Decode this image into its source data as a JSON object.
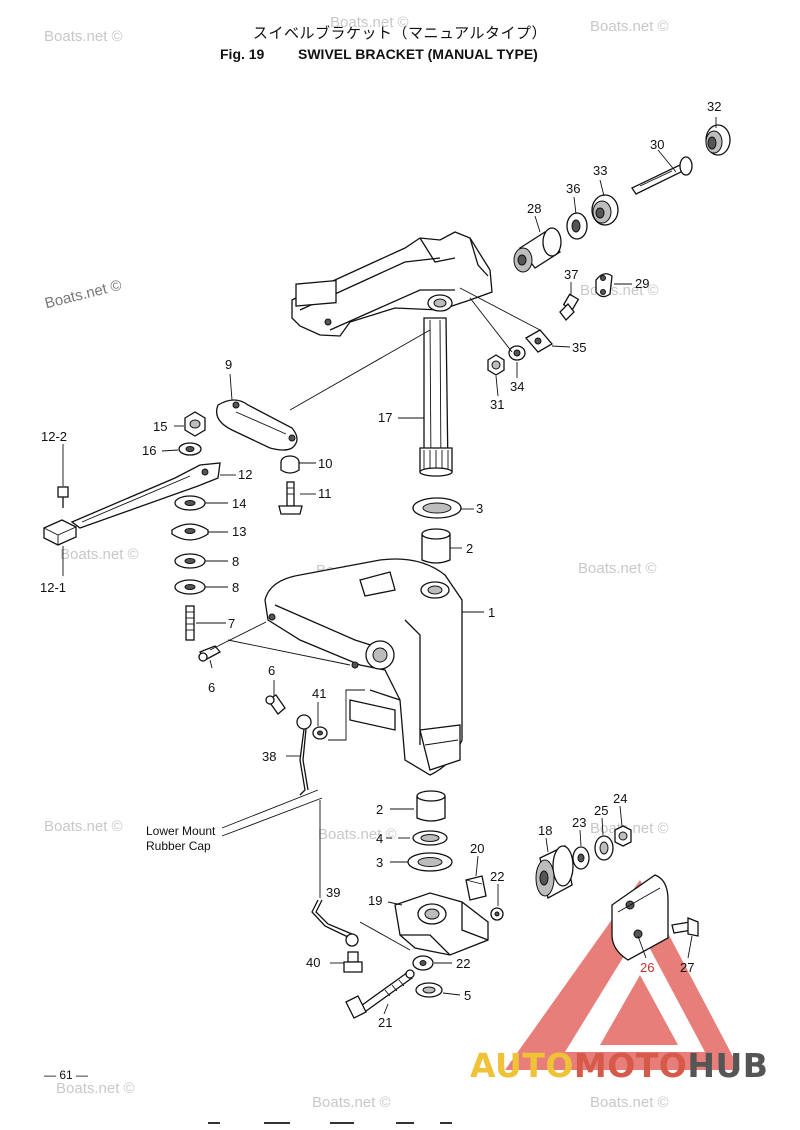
{
  "header": {
    "title_jp": "スイベルブラケット（マニュアルタイプ）",
    "fig": "Fig. 19",
    "title_en": "SWIVEL BRACKET (MANUAL TYPE)"
  },
  "watermark": "Boats.net ©",
  "callouts": {
    "c32": "32",
    "c30": "30",
    "c33": "33",
    "c36": "36",
    "c28": "28",
    "c37": "37",
    "c29": "29",
    "c35": "35",
    "c34": "34",
    "c31": "31",
    "c9": "9",
    "c17": "17",
    "c15": "15",
    "c16": "16",
    "c10": "10",
    "c12_2": "12-2",
    "c12": "12",
    "c11": "11",
    "c14": "14",
    "c3a": "3",
    "c13": "13",
    "c2a": "2",
    "c8a": "8",
    "c8b": "8",
    "c12_1": "12-1",
    "c1": "1",
    "c7": "7",
    "c6a": "6",
    "c6b": "6",
    "c41": "41",
    "c38": "38",
    "c2b": "2",
    "c4": "4",
    "c3b": "3",
    "c18": "18",
    "c23": "23",
    "c25": "25",
    "c24": "24",
    "c20": "20",
    "c22a": "22",
    "c39": "39",
    "c19": "19",
    "c26": "26",
    "c27": "27",
    "c40": "40",
    "c22b": "22",
    "c5": "5",
    "c21": "21"
  },
  "note": {
    "line1": "Lower Mount",
    "line2": "Rubber Cap"
  },
  "page_number": "— 61 —",
  "logo": {
    "part1": "AUTO",
    "part2": "MOTO",
    "part3": "HUB",
    "colors": {
      "yellow": "#f0c237",
      "red": "#d65a4a",
      "gray": "#555555"
    }
  }
}
